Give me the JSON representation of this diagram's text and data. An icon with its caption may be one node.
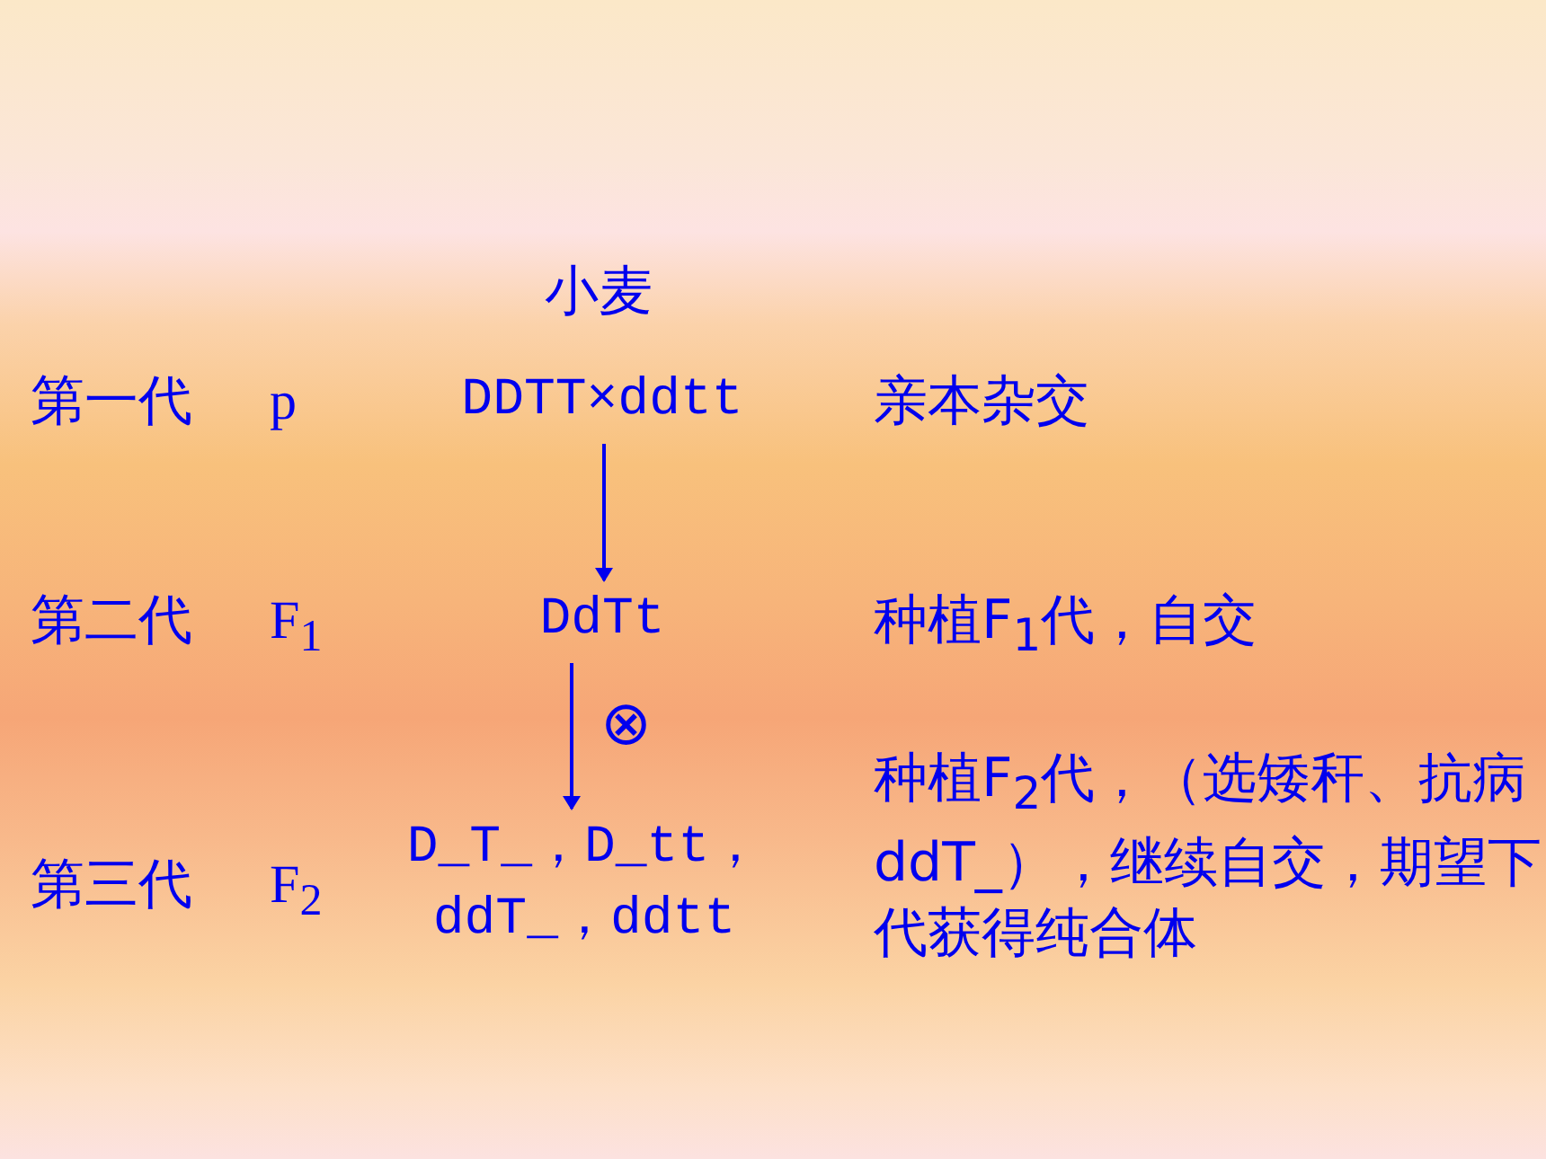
{
  "diagram": {
    "nodes": [
      {
        "text": [
          "DDTT×ddtt"
        ]
      },
      {
        "text": [
          "DdTt"
        ]
      },
      {
        "text": [
          "D_T_，D_tt， ddT_，ddtt"
        ]
      }
    ],
    "edges": [
      {
        "from": 0,
        "to": 1,
        "arrow": "to"
      },
      {
        "from": 1,
        "to": 2,
        "arrow": "to"
      }
    ],
    "labels": [
      "小麦",
      "第一代",
      "p",
      "亲本杂交",
      "第二代",
      "F$_{1}$",
      "种植F$_{1}$代，自交",
      "⊗",
      "第三代",
      "F$_{2}$",
      "种植F$_{2}$代，（选矮秆、抗病ddT_），继续自交，期望下代获得纯合体"
    ]
  }
}
